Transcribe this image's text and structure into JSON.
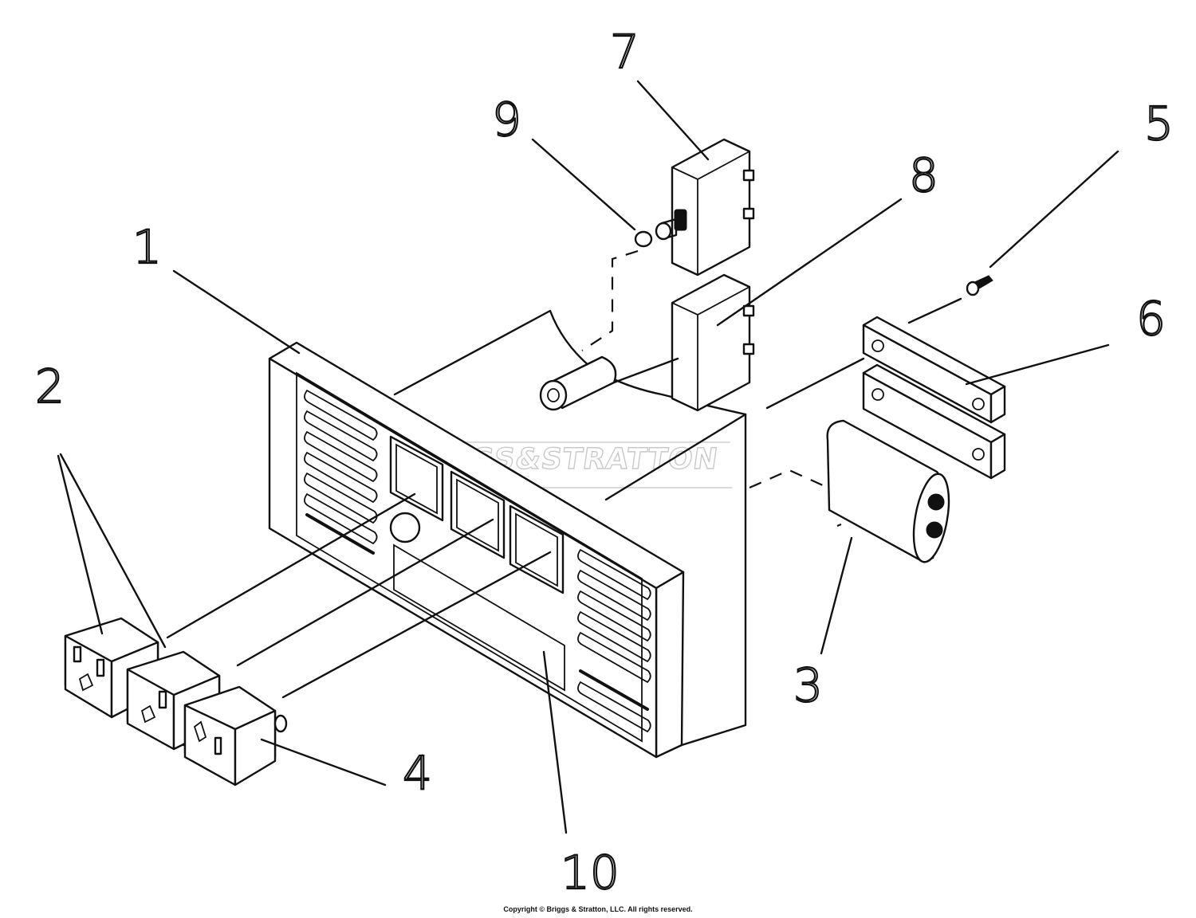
{
  "watermark": "BRIGGS&STRATTON",
  "copyright": "Copyright © Briggs & Stratton, LLC. All rights reserved.",
  "callouts": [
    {
      "id": "1",
      "label": "1"
    },
    {
      "id": "2",
      "label": "2"
    },
    {
      "id": "3",
      "label": "3"
    },
    {
      "id": "4",
      "label": "4"
    },
    {
      "id": "5",
      "label": "5"
    },
    {
      "id": "6",
      "label": "6"
    },
    {
      "id": "7",
      "label": "7"
    },
    {
      "id": "8",
      "label": "8"
    },
    {
      "id": "9",
      "label": "9"
    },
    {
      "id": "10",
      "label": "10"
    }
  ]
}
